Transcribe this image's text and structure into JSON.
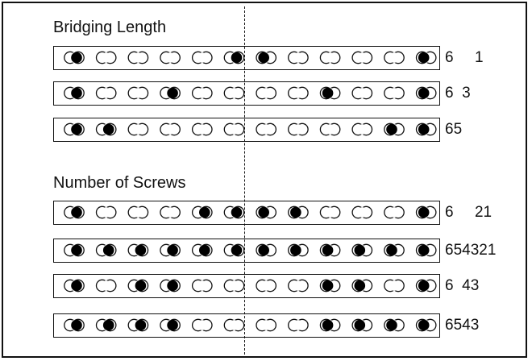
{
  "sections": [
    {
      "title": "Bridging Length",
      "rows": [
        {
          "code": "6     1",
          "holes": [
            "L",
            "E",
            "E",
            "E",
            "E",
            "L",
            "R",
            "E",
            "E",
            "E",
            "E",
            "R"
          ]
        },
        {
          "code": "6  3",
          "holes": [
            "L",
            "E",
            "E",
            "L",
            "E",
            "E",
            "E",
            "E",
            "R",
            "E",
            "E",
            "R"
          ]
        },
        {
          "code": "65",
          "holes": [
            "L",
            "L",
            "E",
            "E",
            "E",
            "E",
            "E",
            "E",
            "E",
            "E",
            "R",
            "R"
          ]
        }
      ]
    },
    {
      "title": "Number of Screws",
      "rows": [
        {
          "code": "6     21",
          "holes": [
            "L",
            "E",
            "E",
            "E",
            "L",
            "L",
            "R",
            "R",
            "E",
            "E",
            "E",
            "R"
          ]
        },
        {
          "code": "654321",
          "holes": [
            "L",
            "L",
            "L",
            "L",
            "L",
            "L",
            "R",
            "R",
            "R",
            "R",
            "R",
            "R"
          ]
        },
        {
          "code": "6  43",
          "holes": [
            "L",
            "E",
            "L",
            "L",
            "E",
            "E",
            "E",
            "E",
            "R",
            "R",
            "E",
            "R"
          ]
        },
        {
          "code": "6543",
          "holes": [
            "L",
            "L",
            "L",
            "L",
            "E",
            "E",
            "E",
            "E",
            "R",
            "R",
            "R",
            "R"
          ]
        }
      ]
    }
  ],
  "legend": {
    "E": "empty-hole",
    "L": "screw-left",
    "R": "screw-right"
  }
}
